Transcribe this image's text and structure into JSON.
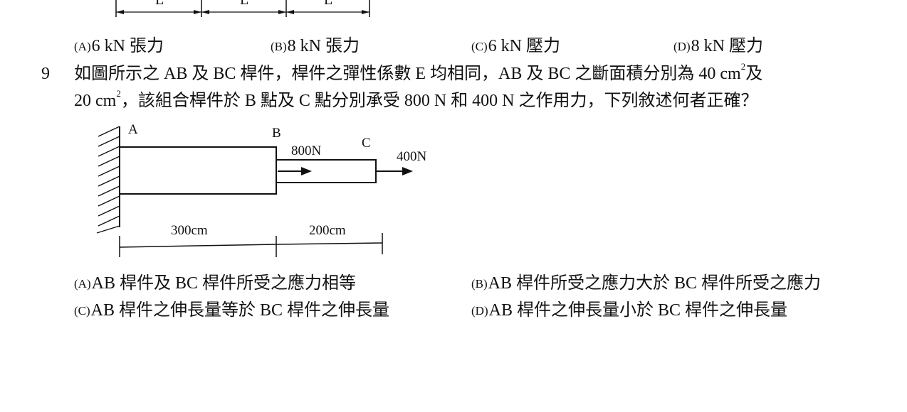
{
  "top_figure": {
    "dimension_labels": [
      "L",
      "L",
      "L"
    ]
  },
  "q8_options": [
    {
      "letter": "(A)",
      "text": "6 kN 張力"
    },
    {
      "letter": "(B)",
      "text": "8 kN 張力"
    },
    {
      "letter": "(C)",
      "text": "6 kN 壓力"
    },
    {
      "letter": "(D)",
      "text": "8 kN 壓力"
    }
  ],
  "q9": {
    "number": "9",
    "stem_line1_a": "如圖所示之 AB 及 BC 桿件，桿件之彈性係數 E 均相同，AB 及 BC 之斷面積分別為 40 cm",
    "stem_line1_sup": "2",
    "stem_line1_b": "及",
    "stem_line2_a": "20 cm",
    "stem_line2_sup": "2",
    "stem_line2_b": "，該組合桿件於 B 點及 C 點分別承受 800 N 和 400 N 之作用力，下列敘述何者正確？",
    "figure": {
      "label_a": "A",
      "label_b": "B",
      "label_c": "C",
      "force_b": "800N",
      "force_c": "400N",
      "dim_ab": "300cm",
      "dim_bc": "200cm"
    },
    "options": [
      {
        "letter": "(A)",
        "text": "AB 桿件及 BC 桿件所受之應力相等"
      },
      {
        "letter": "(B)",
        "text": "AB 桿件所受之應力大於 BC 桿件所受之應力"
      },
      {
        "letter": "(C)",
        "text": "AB 桿件之伸長量等於 BC 桿件之伸長量"
      },
      {
        "letter": "(D)",
        "text": "AB 桿件之伸長量小於 BC 桿件之伸長量"
      }
    ]
  }
}
